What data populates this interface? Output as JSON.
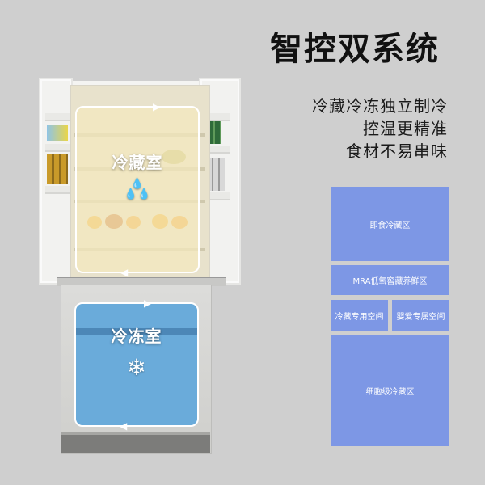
{
  "header": {
    "title": "智控双系统",
    "subtitle_lines": [
      "冷藏冷冻独立制冷",
      "控温更精准",
      "食材不易串味"
    ]
  },
  "fridge": {
    "fridge_zone_label": "冷藏室",
    "fridge_zone_icon": "water-drops-icon",
    "freezer_zone_label": "冷冻室",
    "freezer_zone_icon": "snowflake-icon",
    "fridge_zone_color": "#f5eabe",
    "freezer_zone_color": "#6aabda"
  },
  "zones": {
    "color": "#7d97e5",
    "items": [
      {
        "label": "即食冷藏区"
      },
      {
        "label": "MRA低氧窖藏养鲜区"
      },
      {
        "label": "冷藏专用空间"
      },
      {
        "label": "婴爱专属空间"
      },
      {
        "label": "细胞级冷藏区"
      }
    ]
  }
}
